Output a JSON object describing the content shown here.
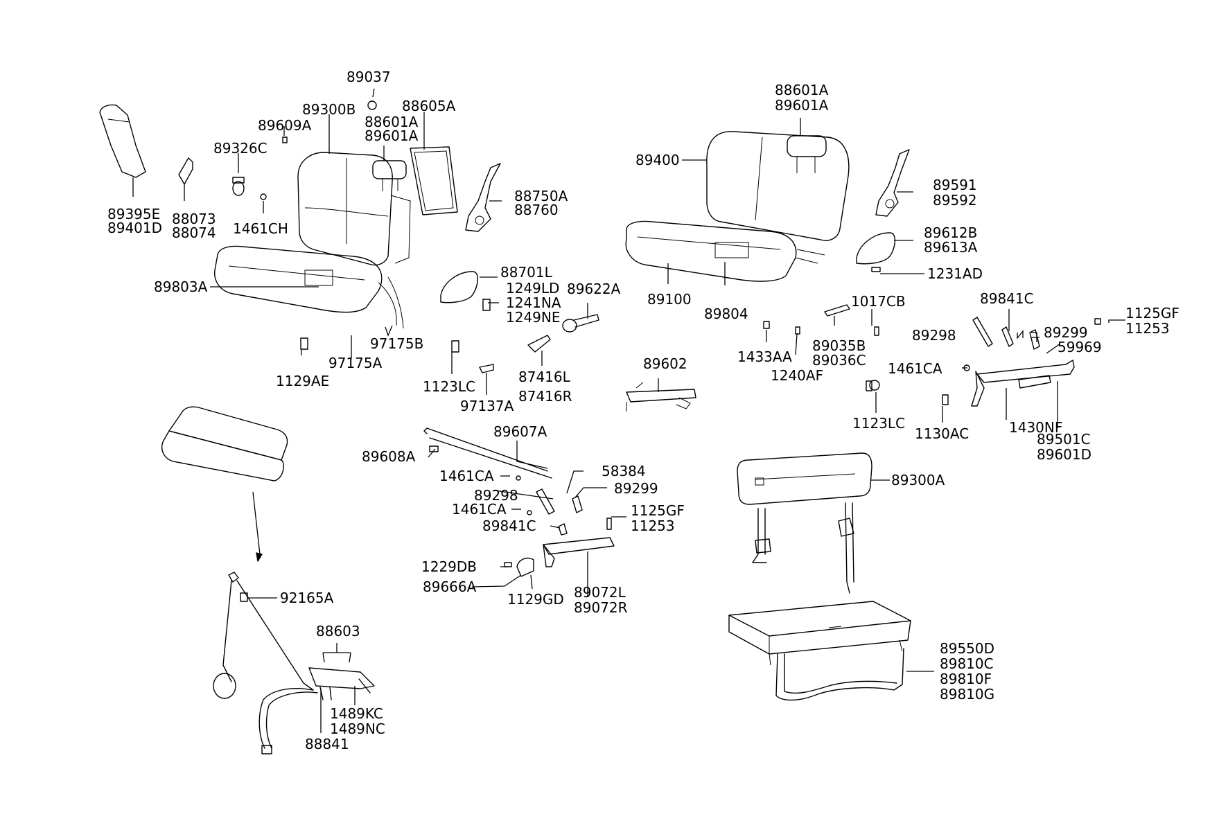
{
  "labels": {
    "l89037": "89037",
    "l89300B": "89300B",
    "l88605A": "88605A",
    "l88601A_a": "88601A",
    "l89601A_a": "89601A",
    "l89609A": "89609A",
    "l89326C": "89326C",
    "l89395E": "89395E",
    "l89401D": "89401D",
    "l88073": "88073",
    "l88074": "88074",
    "l1461CH": "1461CH",
    "l88750A": "88750A",
    "l88760": "88760",
    "l89803A": "89803A",
    "l88701L": "88701L",
    "l1249LD": "1249LD",
    "l1241NA": "1241NA",
    "l1249NE": "1249NE",
    "l89622A": "89622A",
    "l97175B": "97175B",
    "l97175A": "97175A",
    "l1129AE": "1129AE",
    "l1123LC_a": "1123LC",
    "l97137A": "97137A",
    "l87416L": "87416L",
    "l87416R": "87416R",
    "l88601A_b": "88601A",
    "l89601A_b": "89601A",
    "l89400": "89400",
    "l89591": "89591",
    "l89592": "89592",
    "l89612B": "89612B",
    "l89613A": "89613A",
    "l1231AD": "1231AD",
    "l89100": "89100",
    "l89804": "89804",
    "l1017CB": "1017CB",
    "l89035B": "89035B",
    "l89036C": "89036C",
    "l1433AA": "1433AA",
    "l1240AF": "1240AF",
    "l89841C_a": "89841C",
    "l1125GF_a": "1125GF",
    "l11253_a": "11253",
    "l89298_a": "89298",
    "l89299_a": "89299",
    "l59969": "59969",
    "l1461CA_a": "1461CA",
    "l1123LC_b": "1123LC",
    "l1130AC": "1130AC",
    "l1430NF": "1430NF",
    "l89501C": "89501C",
    "l89601D": "89601D",
    "l89602": "89602",
    "l89607A": "89607A",
    "l89608A": "89608A",
    "l1461CA_b": "1461CA",
    "l58384": "58384",
    "l89298_b": "89298",
    "l89299_b": "89299",
    "l1461CA_c": "1461CA",
    "l1125GF_b": "1125GF",
    "l11253_b": "11253",
    "l89841C_b": "89841C",
    "l1229DB": "1229DB",
    "l89666A": "89666A",
    "l1129GD": "1129GD",
    "l89072L": "89072L",
    "l89072R": "89072R",
    "l89300A": "89300A",
    "l89550D": "89550D",
    "l89810C": "89810C",
    "l89810F": "89810F",
    "l89810G": "89810G",
    "l92165A": "92165A",
    "l88603": "88603",
    "l1489KC": "1489KC",
    "l1489NC": "1489NC",
    "l88841": "88841"
  }
}
